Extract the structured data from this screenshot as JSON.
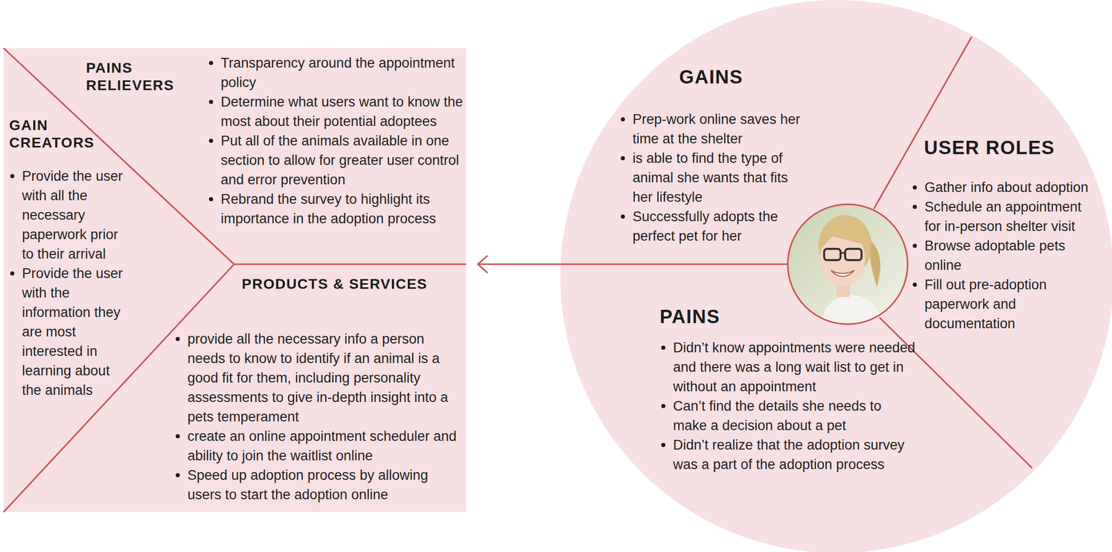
{
  "diagram": {
    "nodes": [
      {
        "text": [
          "PAINS RELIEVERS",
          "Transparency around the appointment policy",
          "Determine what users want to know the most about their potential adoptees",
          "Put all of the animals available in one section to allow for greater user control and error prevention",
          "Rebrand the survey to highlight its importance in the adoption process"
        ]
      },
      {
        "text": [
          "GAIN CREATORS",
          "Provide the user with all the necessary paperwork prior to their arrival",
          "Provide the user with the information they are most interested in learning about the animals"
        ]
      },
      {
        "text": [
          "PRODUCTS & SERVICES",
          "provide all the necessary info a person needs to know to identify if an animal is a good fit for them, including personality assessments to give in-depth insight into a pets temperament",
          "create an online appointment scheduler and ability to join the waitlist online",
          "Speed up adoption process by allowing users to start the adoption online"
        ]
      },
      {
        "text": [
          "GAINS",
          "Prep-work online saves her time at the shelter",
          "is able to find the type of animal she wants that fits her lifestyle",
          "Successfully adopts the perfect pet for her"
        ]
      },
      {
        "text": [
          "USER ROLES",
          "Gather info about adoption",
          "Schedule an appointment for in-person shelter visit",
          "Browse adoptable pets online",
          "Fill out pre-adoption paperwork and documentation"
        ]
      },
      {
        "text": [
          "PAINS",
          "Didn’t know appointments were needed and there was a long wait list to get in without an appointment",
          "Can’t find the details she needs to make a decision about a pet",
          "Didn’t realize that the adoption survey was a part of the adoption process"
        ]
      }
    ]
  }
}
